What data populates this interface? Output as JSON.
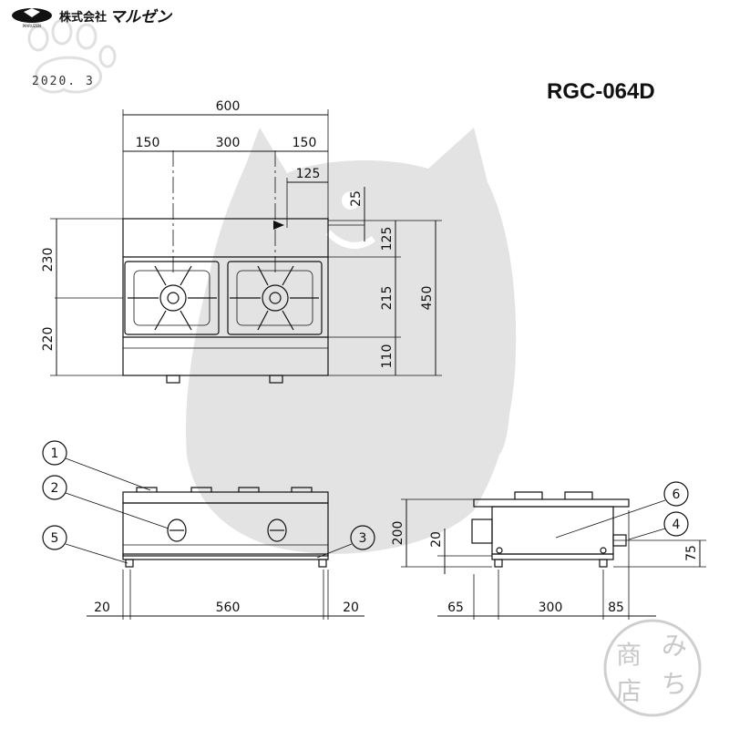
{
  "brand": {
    "company": "株式会社",
    "name": "マルゼン",
    "logo_caption": "MARUZEN"
  },
  "date": "2020. 3",
  "model": "RGC-064D",
  "dimensions": {
    "top_total": "600",
    "top_left": "150",
    "top_mid": "300",
    "top_right": "150",
    "offset_125": "125",
    "offset_25": "25",
    "right_125": "125",
    "right_215": "215",
    "right_110": "110",
    "right_450": "450",
    "left_230": "230",
    "left_220": "220",
    "front_20_left": "20",
    "front_560": "560",
    "front_20_right": "20",
    "side_200": "200",
    "side_20": "20",
    "side_75": "75",
    "side_65": "65",
    "side_300": "300",
    "side_85": "85"
  },
  "callouts": [
    "1",
    "2",
    "3",
    "4",
    "5",
    "6"
  ],
  "stamp": {
    "chars": [
      "商",
      "み",
      "店",
      "ち"
    ]
  }
}
